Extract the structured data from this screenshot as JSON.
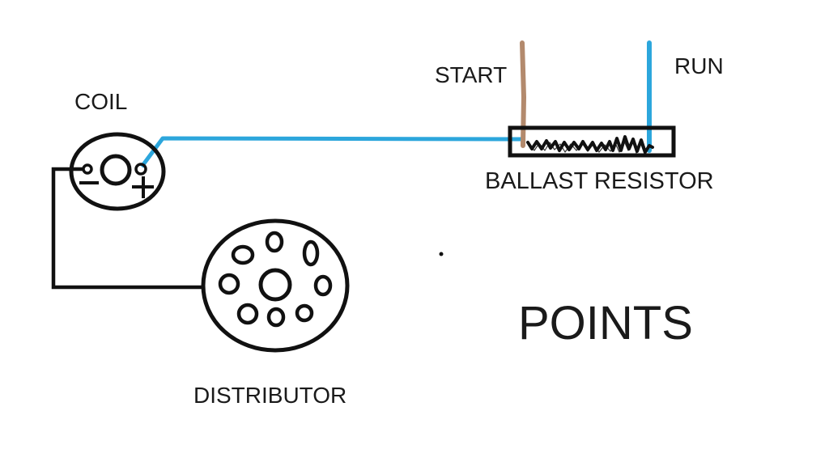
{
  "diagram": {
    "labels": {
      "coil": "COIL",
      "distributor": "DISTRIBUTOR",
      "ballast_resistor": "BALLAST RESISTOR",
      "start": "START",
      "run": "RUN",
      "points": "POINTS"
    },
    "colors": {
      "ink": "#111111",
      "text": "#1a1a1a",
      "wire_blue": "#2ca6dc",
      "wire_brown": "#b38a6d",
      "background": "#ffffff"
    }
  }
}
